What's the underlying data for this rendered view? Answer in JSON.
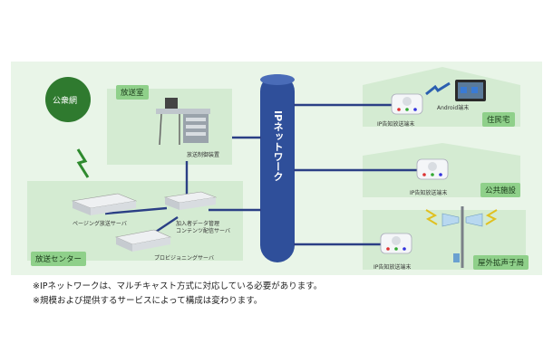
{
  "zones": {
    "public_net": "公衆網",
    "broadcast_room": "放送室",
    "broadcast_center": "放送センター",
    "residence": "住民宅",
    "public_facility": "公共施設",
    "outdoor_speaker": "屋外拡声子局"
  },
  "devices": {
    "broadcast_control": "放送制御装置",
    "paging_server": "ページング放送サーバ",
    "subscriber_server_line1": "加入者データ管理",
    "subscriber_server_line2": "コンテンツ配信サーバ",
    "provisioning_server": "プロビジョニングサーバ",
    "ip_terminal_residence": "IP告知放送端末",
    "ip_terminal_facility": "IP告知放送端末",
    "ip_terminal_outdoor": "IP告知放送端末",
    "android_terminal": "Android端末"
  },
  "network": {
    "label": "IPネットワーク"
  },
  "notes": [
    "※IPネットワークは、マルチキャスト方式に対応している必要があります。",
    "※規模および提供するサービスによって構成は変わります。"
  ],
  "colors": {
    "zone_fill": "#dff0dd",
    "tag": "#8fd08a",
    "network": "#2f4f9a",
    "link": "#2b3f85"
  }
}
